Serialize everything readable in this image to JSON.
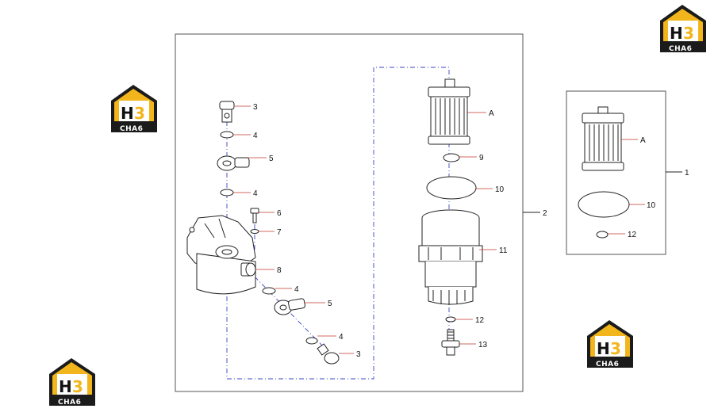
{
  "logos": [
    {
      "id": "logo-top-right",
      "letter": "H",
      "digit": "3",
      "caption": "CHA6"
    },
    {
      "id": "logo-left",
      "letter": "H",
      "digit": "3",
      "caption": "CHA6"
    },
    {
      "id": "logo-bottom-left",
      "letter": "H",
      "digit": "3",
      "caption": "CHA6"
    },
    {
      "id": "logo-bottom-right",
      "letter": "H",
      "digit": "3",
      "caption": "CHA6"
    }
  ],
  "labels": {
    "bolt_top": "3",
    "washer_1": "4",
    "banjo_top": "5",
    "washer_2": "4",
    "bolt_small": "6",
    "washer_small": "7",
    "fitting": "8",
    "washer_3": "4",
    "banjo_bottom": "5",
    "washer_4": "4",
    "bolt_bottom": "3",
    "element": "A",
    "ring": "9",
    "gasket": "10",
    "bowl": "11",
    "oring": "12",
    "drain": "13",
    "assembly": "2",
    "kit": "1",
    "kit_element": "A",
    "kit_gasket": "10",
    "kit_oring": "12"
  },
  "colors": {
    "logo_accent": "#f2b51b",
    "logo_dark": "#1b1b1b",
    "leader": "#c0392b",
    "centerline": "#3b45c4"
  }
}
